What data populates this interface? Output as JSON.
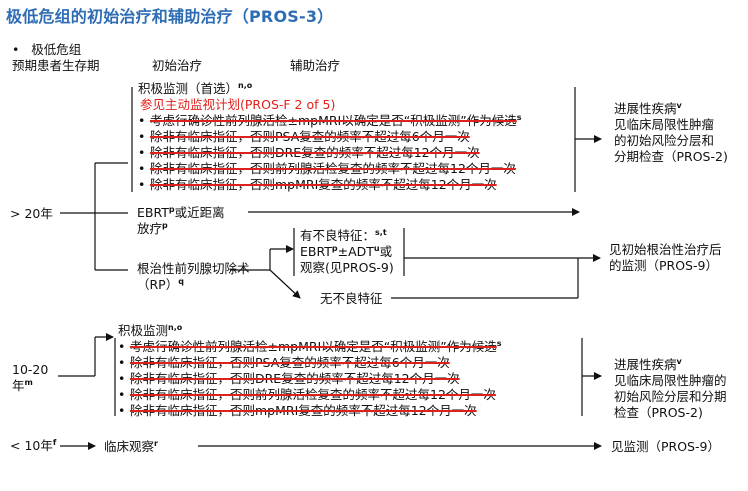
{
  "title": "极低危组的初始治疗和辅助治疗（PROS-3）",
  "header": {
    "risk_line1": "极低危组",
    "risk_line2": "预期患者生存期",
    "initial": "初始治疗",
    "adjuvant": "辅助治疗"
  },
  "bullet": "•",
  "gt20": {
    "label": "> 20年",
    "as": {
      "title": "积极监测（首选）",
      "title_sup": "n,o",
      "ref": "参见主动监视计划(PROS-F 2 of 5)",
      "items": [
        "考虑行确诊性前列腺活检±mpMRI以确定是否“积极监测”作为候选",
        "除非有临床指征，否则PSA复查的频率不超过每6个月一次",
        "除非有临床指征，否则DRE复查的频率不超过每12个月一次",
        "除非有临床指征，否则前列腺活检复查的频率不超过每12个月一次",
        "除非有临床指征，否则mpMRI复查的频率不超过每12个月一次"
      ],
      "item0_suffix": "s",
      "outcome_line1": "进展性疾病",
      "outcome_sup": "v",
      "outcome_line2": "见临床局限性肿瘤",
      "outcome_line3": "的初始风险分层和",
      "outcome_line4": "分期检查（PROS-2)"
    },
    "ebrt": {
      "line1": "EBRT",
      "line1_sup": "p",
      "line1_rest": "或近距离",
      "line2": "放疗",
      "line2_sup": "p"
    },
    "rp": {
      "line1": "根治性前列腺切除术",
      "line2": "（RP）",
      "sup": "q"
    },
    "adverse": {
      "line1": "有不良特征：",
      "line1_sup": "s,t",
      "line2a": "EBRT",
      "line2a_sup": "p",
      "line2b": "±ADT",
      "line2b_sup": "u",
      "line2c": "或",
      "line3": "观察(见PROS-9)"
    },
    "no_adverse": "无不良特征",
    "followup_line1": "见初始根治性治疗后",
    "followup_line2": "的监测（PROS-9）"
  },
  "y10_20": {
    "label_line1": "10-20",
    "label_line2": "年",
    "label_sup": "m",
    "as": {
      "title": "积极监测",
      "title_sup": "n,o",
      "items": [
        "考虑行确诊性前列腺活检±mpMRI以确定是否“积极监测”作为候选",
        "除非有临床指征，否则PSA复查的频率不超过每6个月一次",
        "除非有临床指征，否则DRE复查的频率不超过每12个月一次",
        "除非有临床指征，否则前列腺活检复查的频率不超过每12个月一次",
        "除非有临床指征，否则mpMRI复查的频率不超过每12个月一次"
      ],
      "item0_suffix": "s"
    },
    "outcome_line1": "进展性疾病",
    "outcome_sup": "v",
    "outcome_line2": "见临床局限性肿瘤的",
    "outcome_line3": "初始风险分层和分期",
    "outcome_line4": "检查（PROS-2)"
  },
  "lt10": {
    "label": "< 10年",
    "label_sup": "f",
    "action": "临床观察",
    "action_sup": "r",
    "outcome": "见监测（PROS-9）"
  }
}
